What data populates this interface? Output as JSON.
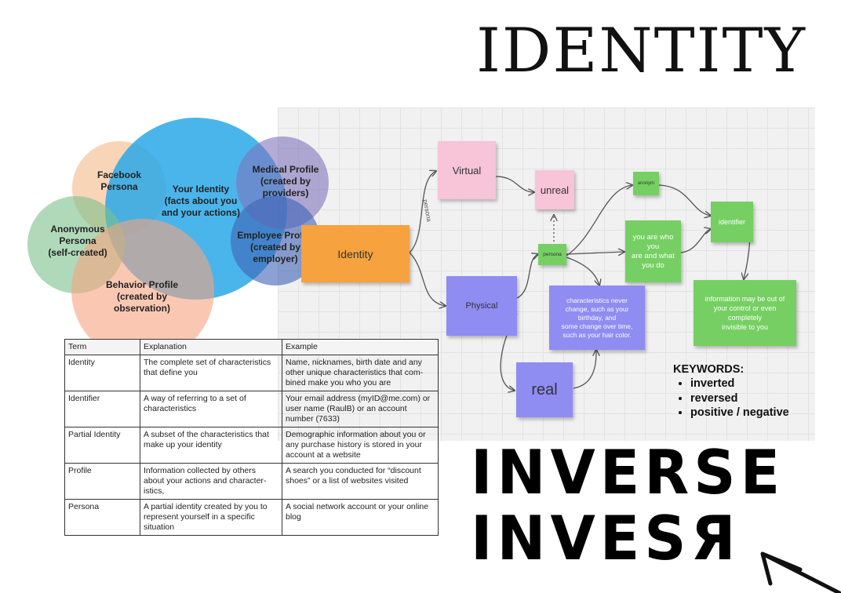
{
  "title": "IDENTITY",
  "venn": [
    {
      "id": "facebook",
      "label": "Facebook\nPersona"
    },
    {
      "id": "your_identity",
      "label": "Your Identity\n(facts about you\nand your actions)"
    },
    {
      "id": "medical",
      "label": "Medical Profile\n(created by\nproviders)"
    },
    {
      "id": "anonymous",
      "label": "Anonymous\nPersona\n(self-created)"
    },
    {
      "id": "employee",
      "label": "Employee Profile\n(created by\nemployer)"
    },
    {
      "id": "behavior",
      "label": "Behavior Profile\n(created by\nobservation)"
    }
  ],
  "board": {
    "identity": "Identity",
    "virtual": "Virtual",
    "physical": "Physical",
    "unreal": "unreal",
    "real": "real",
    "persona_edge": "persona",
    "persona_note": "persona",
    "anonym": "anonym",
    "you_are_who": "you are who\nyou\nare and what\nyou do",
    "identifier": "identifier",
    "characteristics": "characteristics never\nchange, such as your\nbirthday, and\nsome change over time,\nsuch as your hair color.",
    "information": "information may be out of\nyour control or even\ncompletely\ninvisible to you"
  },
  "table": {
    "headers": [
      "Term",
      "Explanation",
      "Example"
    ],
    "rows": [
      [
        "Identity",
        "The complete set of characteristics that define you",
        "Name, nicknames, birth date and any other unique characteristics that com-bined make you who you are"
      ],
      [
        "Identifier",
        "A way of referring to a set of characteristics",
        "Your email address (myID@me.com) or user name (RaulB) or an account number (7633)"
      ],
      [
        "Partial Identity",
        "A subset of the characteristics that make up your identity",
        "Demographic information about you or any purchase history is stored in your account at a website"
      ],
      [
        "Profile",
        "Information collected by others about your actions and character-istics,",
        "A search you conducted for “discount shoes” or a list of websites visited"
      ],
      [
        "Persona",
        "A partial identity created by you to represent yourself in a specific situation",
        "A social network account or your online blog"
      ]
    ]
  },
  "keywords": {
    "heading": "KEYWORDS:",
    "items": [
      "inverted",
      "reversed",
      "positive / negative"
    ]
  },
  "big_text": [
    "INVERSE",
    "INVESЯ"
  ],
  "colors": {
    "pink": "#f7c4d8",
    "purple": "#8f8cf2",
    "orange": "#f6a23e",
    "green": "#76cf63",
    "venn_blue": "#2aa8e8",
    "venn_orange": "#f6a37e",
    "venn_green": "#7bbf8a",
    "venn_purple": "#7e74bd",
    "venn_peach": "#f5b989"
  }
}
